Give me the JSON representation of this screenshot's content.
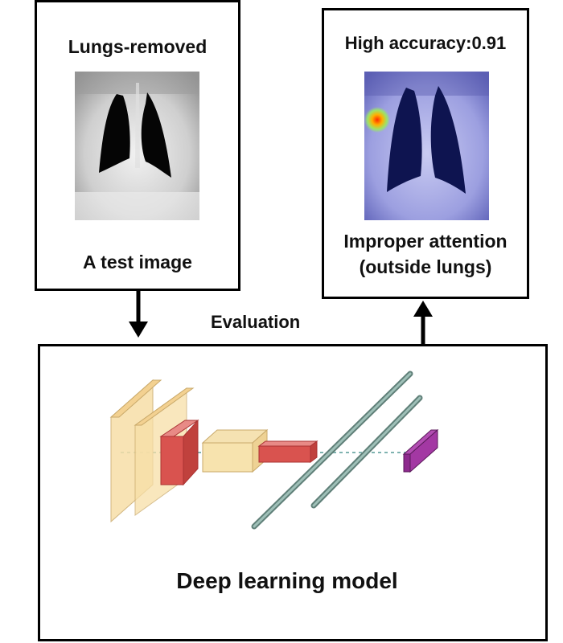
{
  "test_panel": {
    "top_label": "Lungs-removed",
    "bottom_label": "A test image"
  },
  "result_panel": {
    "top_label": "High accuracy:0.91",
    "bottom_label_line1": "Improper attention",
    "bottom_label_line2": "(outside lungs)"
  },
  "flow": {
    "evaluation_label": "Evaluation"
  },
  "model_panel": {
    "caption": "Deep learning model"
  },
  "colors": {
    "border": "#000000",
    "layer_pale": "#f7dfa7",
    "layer_red": "#d9534f",
    "layer_purple": "#8e2a8e",
    "dense_rod": "#7f9e96",
    "heatmap_tint": "#8a8fd8"
  }
}
